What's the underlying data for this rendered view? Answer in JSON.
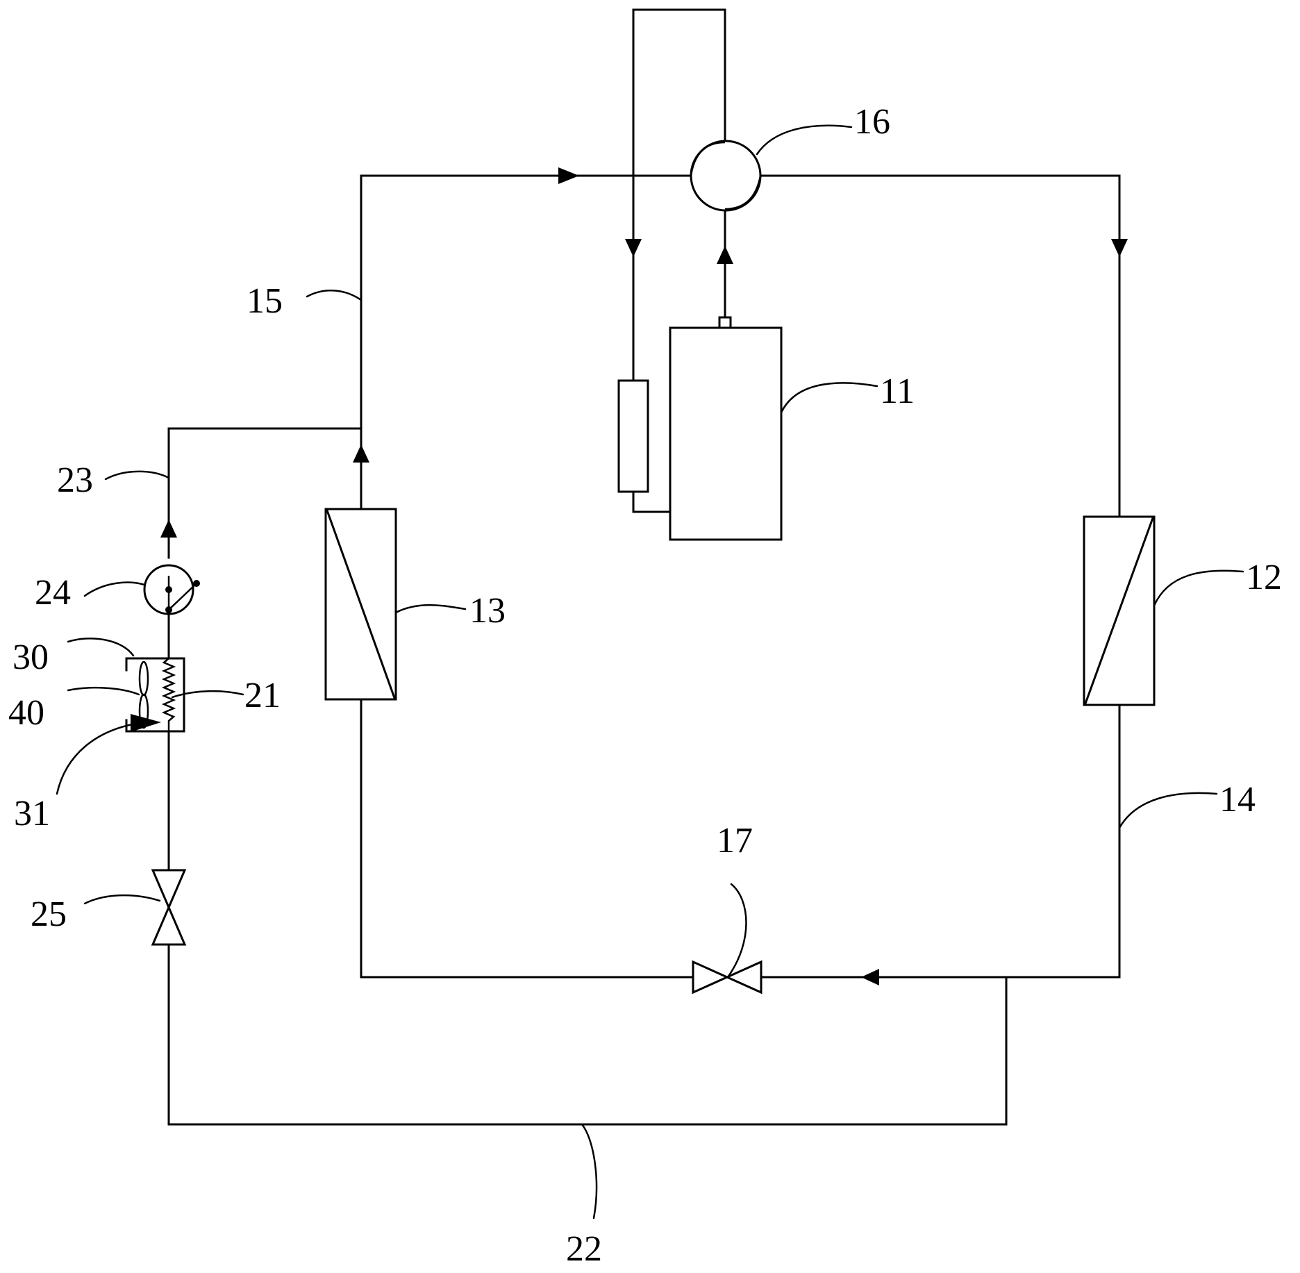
{
  "labels": {
    "l11": "11",
    "l12": "12",
    "l13": "13",
    "l14": "14",
    "l15": "15",
    "l16": "16",
    "l17": "17",
    "l21": "21",
    "l22": "22",
    "l23": "23",
    "l24": "24",
    "l25": "25",
    "l30": "30",
    "l31": "31",
    "l40": "40"
  },
  "colors": {
    "stroke": "#000000",
    "background": "#ffffff"
  }
}
